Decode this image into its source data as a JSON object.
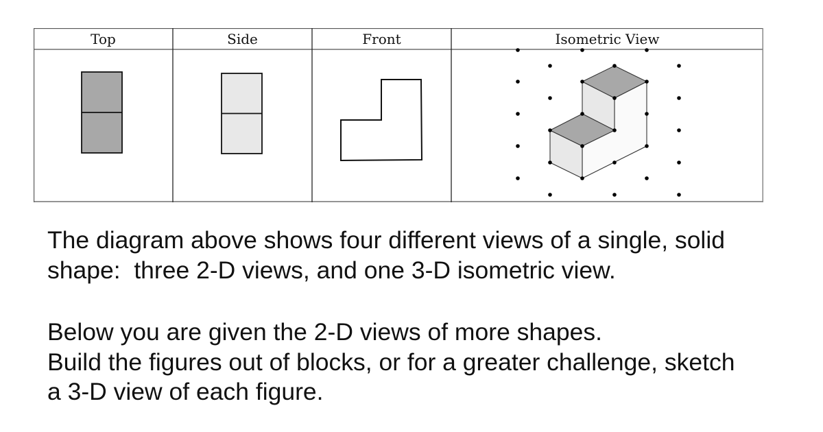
{
  "table": {
    "headers": [
      "Top",
      "Side",
      "Front",
      "Isometric View"
    ],
    "colors": {
      "border": "#555555",
      "top_fill": "#a8a8a8",
      "side_fill": "#e8e8e8",
      "iso_top_fill": "#a8a8a8",
      "iso_left_fill": "#e8e8e8",
      "iso_right_fill": "#fafafa"
    }
  },
  "views": {
    "top": {
      "label": "Top",
      "squares": 2,
      "shade": "dark"
    },
    "side": {
      "label": "Side",
      "squares": 2,
      "shade": "light"
    },
    "front": {
      "label": "Front",
      "shape": "L-shape (step)"
    },
    "isometric": {
      "label": "Isometric View",
      "shape": "two-step staircase of 3 cubes on isometric dot grid"
    }
  },
  "text": {
    "paragraph1": {
      "line1": "The diagram above shows four different views of a single, solid",
      "line2": "shape:  three 2-D views, and one 3-D isometric view."
    },
    "paragraph2": {
      "line1": "Below you are given the 2-D views of more shapes.",
      "line2": "Build the figures out of blocks, or for a greater challenge, sketch",
      "line3": "a 3-D view of each figure."
    }
  }
}
